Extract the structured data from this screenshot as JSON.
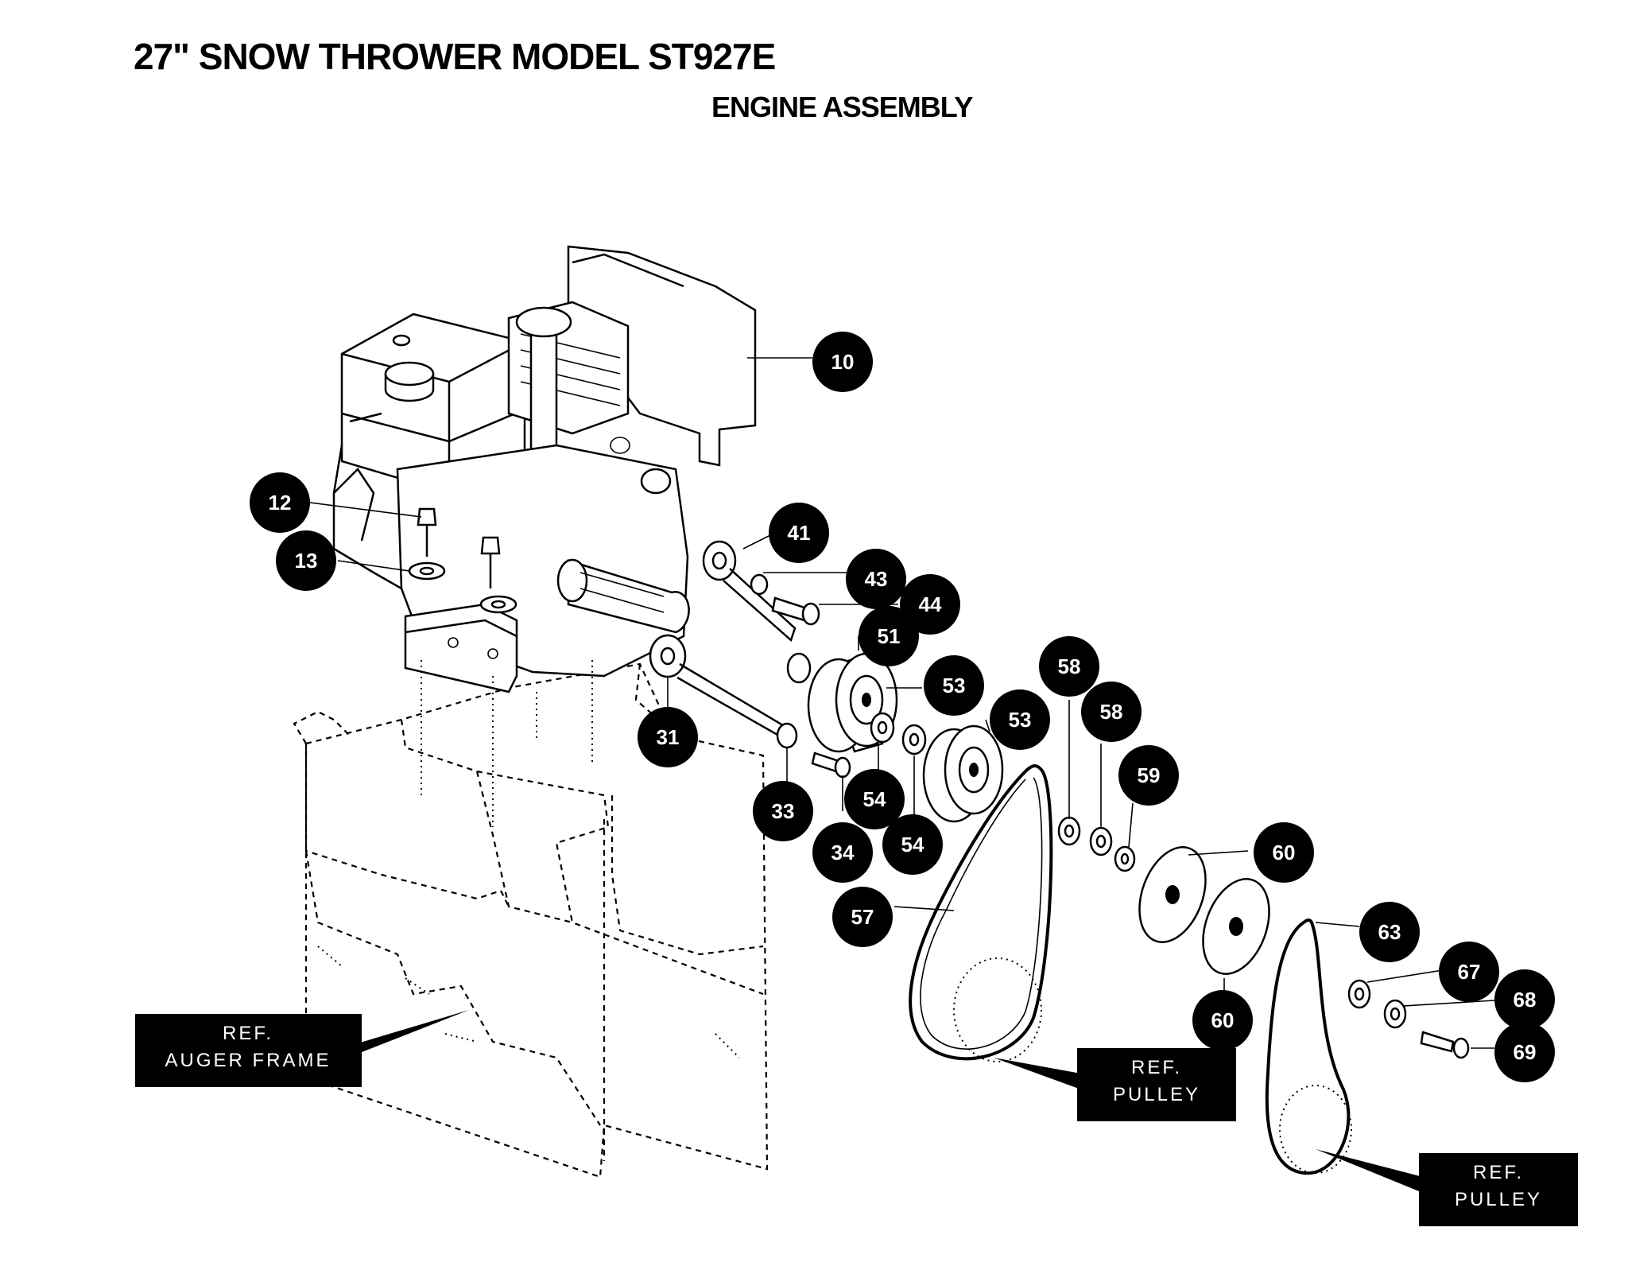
{
  "header": {
    "title": "27\" SNOW THROWER MODEL ST927E",
    "subtitle": "ENGINE ASSEMBLY"
  },
  "callouts": [
    {
      "id": "c10",
      "label": "10"
    },
    {
      "id": "c12",
      "label": "12"
    },
    {
      "id": "c13",
      "label": "13"
    },
    {
      "id": "c41",
      "label": "41"
    },
    {
      "id": "c43",
      "label": "43"
    },
    {
      "id": "c44",
      "label": "44"
    },
    {
      "id": "c51",
      "label": "51"
    },
    {
      "id": "c53a",
      "label": "53"
    },
    {
      "id": "c53b",
      "label": "53"
    },
    {
      "id": "c31",
      "label": "31"
    },
    {
      "id": "c33",
      "label": "33"
    },
    {
      "id": "c34",
      "label": "34"
    },
    {
      "id": "c54a",
      "label": "54"
    },
    {
      "id": "c54b",
      "label": "54"
    },
    {
      "id": "c58a",
      "label": "58"
    },
    {
      "id": "c58b",
      "label": "58"
    },
    {
      "id": "c59",
      "label": "59"
    },
    {
      "id": "c60a",
      "label": "60"
    },
    {
      "id": "c60b",
      "label": "60"
    },
    {
      "id": "c57",
      "label": "57"
    },
    {
      "id": "c63",
      "label": "63"
    },
    {
      "id": "c67",
      "label": "67"
    },
    {
      "id": "c68",
      "label": "68"
    },
    {
      "id": "c69",
      "label": "69"
    }
  ],
  "ref_labels": {
    "auger_frame": {
      "line1": "REF.",
      "line2": "AUGER FRAME"
    },
    "pulley_1": {
      "line1": "REF.",
      "line2": "PULLEY"
    },
    "pulley_2": {
      "line1": "REF.",
      "line2": "PULLEY"
    }
  },
  "colors": {
    "ink": "#000000",
    "paper": "#ffffff"
  }
}
